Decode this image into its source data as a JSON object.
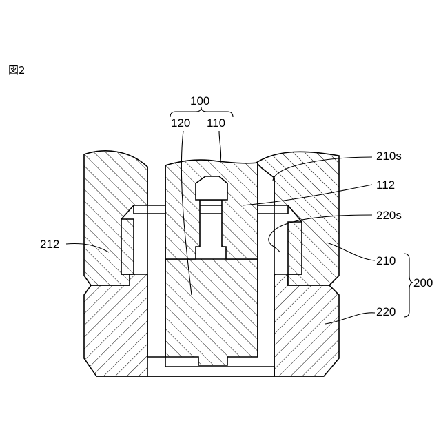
{
  "figure_label": "図2",
  "labels": {
    "assembly": "100",
    "inner_member": "120",
    "outer_member": "110",
    "surface_210s": "210s",
    "step_112": "112",
    "surface_220s": "220s",
    "groove_212": "212",
    "upper_body": "210",
    "lower_body": "220",
    "body_group": "200"
  }
}
